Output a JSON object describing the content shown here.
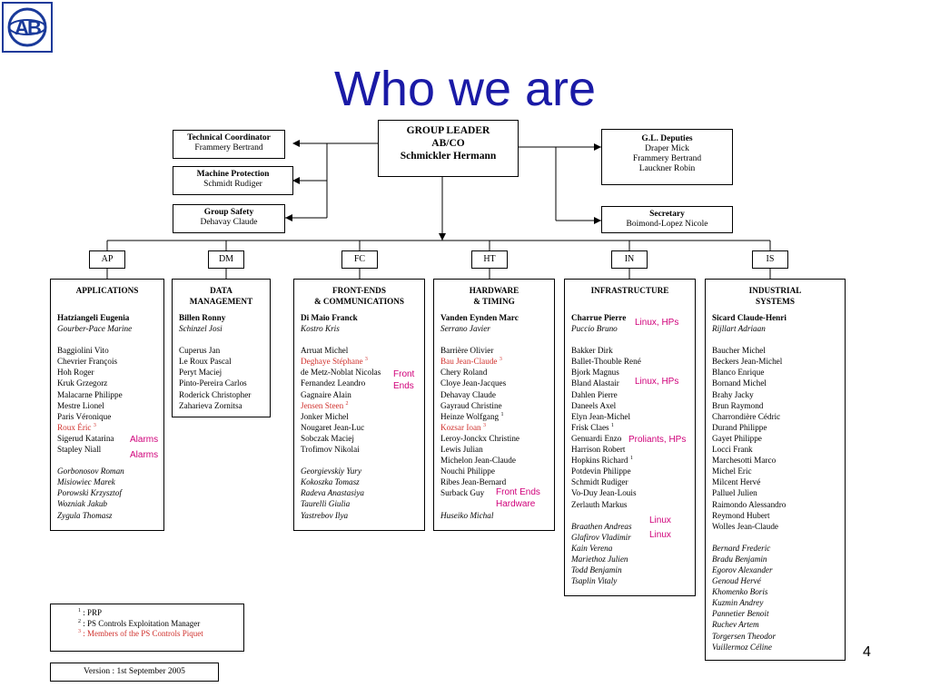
{
  "slide": {
    "title": "Who we are",
    "page_number": "4"
  },
  "logo": {
    "icon": "cern-ab-logo-icon",
    "color": "#1a3a9a"
  },
  "group_leader": {
    "line1": "GROUP LEADER",
    "line2": "AB/CO",
    "line3": "Schmickler Hermann"
  },
  "technical_coordinator": {
    "title": "Technical Coordinator",
    "name": "Frammery Bertrand"
  },
  "machine_protection": {
    "title": "Machine Protection",
    "name": "Schmidt Rudiger"
  },
  "group_safety": {
    "title": "Group Safety",
    "name": "Dehavay Claude"
  },
  "deputies": {
    "title": "G.L. Deputies",
    "names": [
      "Draper Mick",
      "Frammery Bertrand",
      "Lauckner Robin"
    ]
  },
  "secretary": {
    "title": "Secretary",
    "name": "Boimond-Lopez Nicole"
  },
  "sections": {
    "ap": {
      "code": "AP",
      "header": [
        "APPLICATIONS"
      ],
      "leader": "Hatziangeli Eugenia",
      "deputy": "Gourber-Pace Marine",
      "members": [
        "Baggiolini Vito",
        "Chevrier François",
        "Hoh Roger",
        "Kruk Grzegorz",
        "Malacarne Philippe",
        "Mestre Lionel",
        "Paris Véronique",
        "Roux Éric",
        "Sigerud Katarina",
        "Stapley Niall"
      ],
      "others": [
        "Gorbonosov Roman",
        "Misiowiec Marek",
        "Porowski Krzysztof",
        "Wozniak Jakub",
        "Zygula Thomasz"
      ]
    },
    "dm": {
      "code": "DM",
      "header": [
        "DATA",
        "MANAGEMENT"
      ],
      "leader": "Billen Ronny",
      "deputy": "Schinzel Josi",
      "members": [
        "Cuperus Jan",
        "Le Roux Pascal",
        "Peryt Maciej",
        "Pinto-Pereira Carlos",
        "Roderick Christopher",
        "Zaharieva Zornitsa"
      ]
    },
    "fc": {
      "code": "FC",
      "header": [
        "FRONT-ENDS",
        "& COMMUNICATIONS"
      ],
      "leader": "Di Maio Franck",
      "deputy": "Kostro Kris",
      "members": [
        "Arruat Michel",
        "Deghaye Stéphane",
        "de Metz-Noblat Nicolas",
        "Fernandez Leandro",
        "Gagnaire Alain",
        "Jensen Steen",
        "Jonker Michel",
        "Nougaret Jean-Luc",
        "Sobczak Maciej",
        "Trofimov Nikolai"
      ],
      "others": [
        "Georgievskiy Yury",
        "Kokoszka Tomasz",
        "Radeva Anastasiya",
        "Taurelli Giulia",
        "Yastrebov Ilya"
      ]
    },
    "ht": {
      "code": "HT",
      "header": [
        "HARDWARE",
        "& TIMING"
      ],
      "leader": "Vanden Eynden Marc",
      "deputy": "Serrano Javier",
      "members": [
        "Barrière Olivier",
        "Bau Jean-Claude",
        "Chery Roland",
        "Cloye Jean-Jacques",
        "Dehavay Claude",
        "Gayraud Christine",
        "Heinze Wolfgang",
        "Kozsar Ioan",
        "Leroy-Jonckx Christine",
        "Lewis Julian",
        "Michelon Jean-Claude",
        "Nouchi Philippe",
        "Ribes Jean-Bernard",
        "Surback Guy"
      ],
      "others": [
        "Huseiko Michal"
      ]
    },
    "in": {
      "code": "IN",
      "header": [
        "INFRASTRUCTURE"
      ],
      "leader": "Charrue Pierre",
      "deputy": "Puccio Bruno",
      "members": [
        "Bakker Dirk",
        "Ballet-Thouble René",
        "Bjork Magnus",
        "Bland Alastair",
        "Dahlen Pierre",
        "Daneels Axel",
        "Elyn Jean-Michel",
        "Frisk Claes",
        "Genuardi Enzo",
        "Harrison Robert",
        "Hopkins Richard",
        "Potdevin Philippe",
        "Schmidt Rudiger",
        "Vo-Duy Jean-Louis",
        "Zerlauth Markus"
      ],
      "others": [
        "Braathen Andreas",
        "Glafirov Vladimir",
        "Kain Verena",
        "Mariethoz Julien",
        "Todd Benjamin",
        "Tsaplin Vitaly"
      ]
    },
    "is": {
      "code": "IS",
      "header": [
        "INDUSTRIAL",
        "SYSTEMS"
      ],
      "leader": "Sicard Claude-Henri",
      "deputy": "Rijllart Adriaan",
      "members": [
        "Baucher Michel",
        "Beckers Jean-Michel",
        "Blanco Enrique",
        "Bornand Michel",
        "Brahy Jacky",
        "Brun Raymond",
        "Charrondière Cédric",
        "Durand Philippe",
        "Gayet Philippe",
        "Locci Frank",
        "Marchesotti Marco",
        "Michel Eric",
        "Milcent Hervé",
        "Palluel Julien",
        "Raimondo Alessandro",
        "Reymond Hubert",
        "Wolles Jean-Claude"
      ],
      "others": [
        "Bernard Frederic",
        "Bradu Benjamin",
        "Egorov Alexander",
        "Genoud Hervé",
        "Khomenko Boris",
        "Kuzmin Andrey",
        "Pannetier Benoit",
        "Ruchev Artem",
        "Torgersen Theodor",
        "Vuillermoz Céline"
      ]
    }
  },
  "annotations": {
    "alarms": "Alarms",
    "front": "Front",
    "ends": "Ends",
    "front_ends": "Front  Ends",
    "hardware": "Hardware",
    "linux_hps": "Linux, HPs",
    "proliants_hps": "Proliants, HPs",
    "linux": "Linux",
    "color": "#d0007a"
  },
  "legend": {
    "items": [
      ": PRP",
      ": PS Controls Exploitation Manager",
      ": Members of the PS Controls Piquet"
    ],
    "highlight_color": "#d0312d"
  },
  "version": "Version : 1st September 2005"
}
